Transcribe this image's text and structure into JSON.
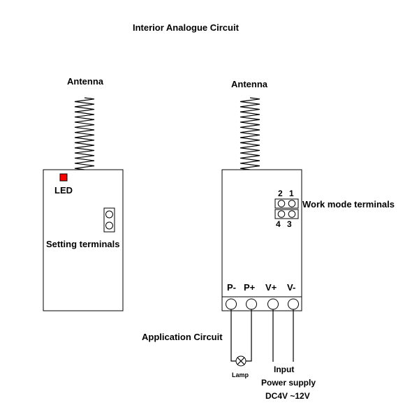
{
  "title": "Interior Analogue Circuit",
  "transmitter": {
    "antenna_label": "Antenna",
    "led_label": "LED",
    "setting_label": "Setting terminals",
    "led_color": "#ff0000"
  },
  "receiver": {
    "antenna_label": "Antenna",
    "work_mode_label": "Work mode terminals",
    "pin_numbers": {
      "p2": "2",
      "p1": "1",
      "p4": "4",
      "p3": "3"
    },
    "terminals": [
      "P-",
      "P+",
      "V+",
      "V-"
    ],
    "application_label": "Application Circuit",
    "lamp_label": "Lamp",
    "input_label": "Input",
    "power_label": "Power supply",
    "voltage_label": "DC4V ~12V"
  }
}
